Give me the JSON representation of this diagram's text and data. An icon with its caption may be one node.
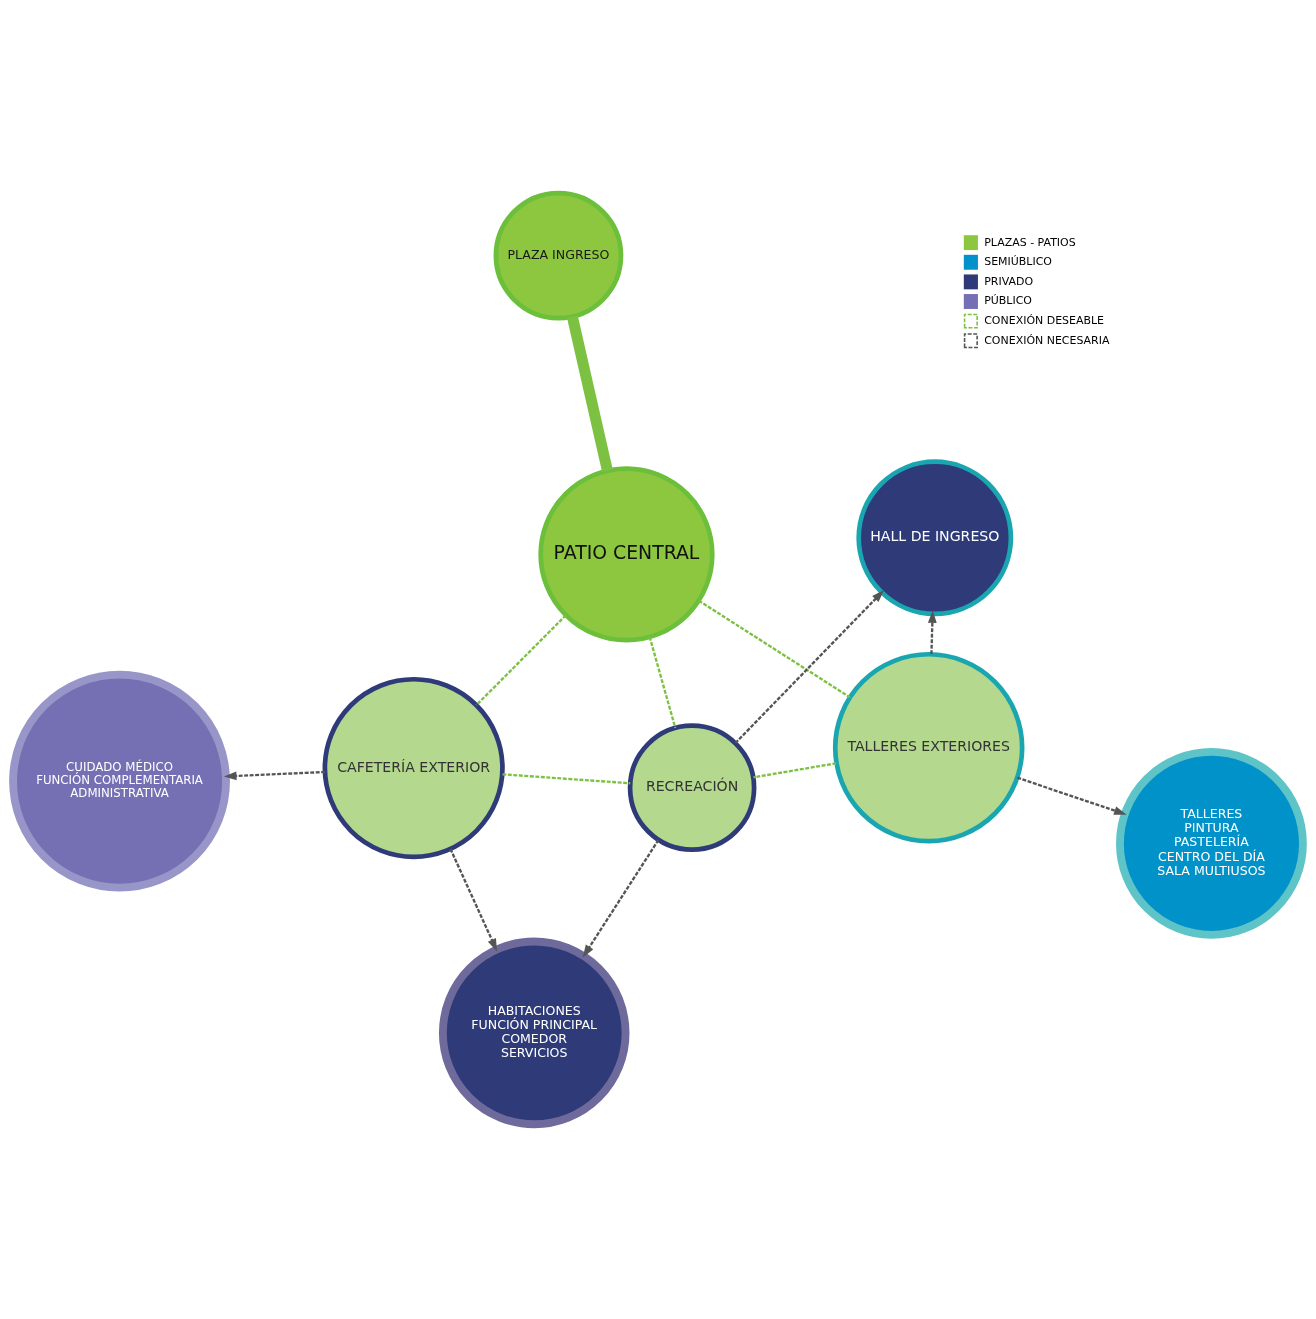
{
  "diagram": {
    "nodes": [
      {
        "text": [
          "PLAZA INGRESO"
        ]
      },
      {
        "text": [
          "TALLERES",
          "PINTURA",
          "PASTELERÍA",
          "CENTRO DEL DÍA",
          "SALA MULTIUSOS"
        ]
      },
      {
        "text": [
          "TALLERES EXTERIORES"
        ]
      },
      {
        "text": [
          "CUIDADO MÉDICO",
          "FUNCIÓN COMPLEMENTARIA",
          "ADMINISTRATIVA"
        ]
      },
      {
        "text": [
          "PATIO CENTRAL"
        ]
      },
      {
        "text": [
          "HALL DE INGRESO"
        ]
      },
      {
        "text": [
          "CAFETERÍA EXTERIOR"
        ]
      },
      {
        "text": [
          "RECREACIÓN"
        ]
      },
      {
        "text": [
          "HABITACIONES",
          "FUNCIÓN PRINCIPAL",
          "COMEDOR",
          "SERVICIOS"
        ]
      }
    ],
    "edges": [
      {
        "from": 0,
        "to": 4,
        "arrow": "none",
        "style": "thick",
        "color": "#7dc142"
      },
      {
        "from": 4,
        "to": 2,
        "arrow": "none",
        "style": "dashed",
        "color": "#7dc142"
      },
      {
        "from": 4,
        "to": 6,
        "arrow": "none",
        "style": "dashed",
        "color": "#7dc142"
      },
      {
        "from": 4,
        "to": 7,
        "arrow": "none",
        "style": "dashed",
        "color": "#7dc142"
      },
      {
        "from": 2,
        "to": 7,
        "arrow": "none",
        "style": "dashed",
        "color": "#7dc142"
      },
      {
        "from": 6,
        "to": 7,
        "arrow": "none",
        "style": "dashed",
        "color": "#7dc142"
      },
      {
        "from": 2,
        "to": 1,
        "arrow": "to",
        "style": "dashed",
        "color": "#555555"
      },
      {
        "from": 2,
        "to": 5,
        "arrow": "to",
        "style": "dashed",
        "color": "#555555"
      },
      {
        "from": 7,
        "to": 5,
        "arrow": "to",
        "style": "dashed",
        "color": "#555555"
      },
      {
        "from": 7,
        "to": 8,
        "arrow": "to",
        "style": "dashed",
        "color": "#555555"
      },
      {
        "from": 6,
        "to": 8,
        "arrow": "to",
        "style": "dashed",
        "color": "#555555"
      },
      {
        "from": 6,
        "to": 3,
        "arrow": "to",
        "style": "dashed",
        "color": "#555555"
      }
    ],
    "legend": [
      {
        "text": "PLAZAS - PATIOS",
        "color": "#8dc63f"
      },
      {
        "text": "SEMIÚBLICO",
        "color": "#0092c8"
      },
      {
        "text": "PRIVADO",
        "color": "#2e3b78"
      },
      {
        "text": "PÚBLICO",
        "color": "#7470b3"
      },
      {
        "text": "CONEXIÓN DESEABLE"
      },
      {
        "text": "CONEXIÓN NECESARIA"
      }
    ]
  }
}
